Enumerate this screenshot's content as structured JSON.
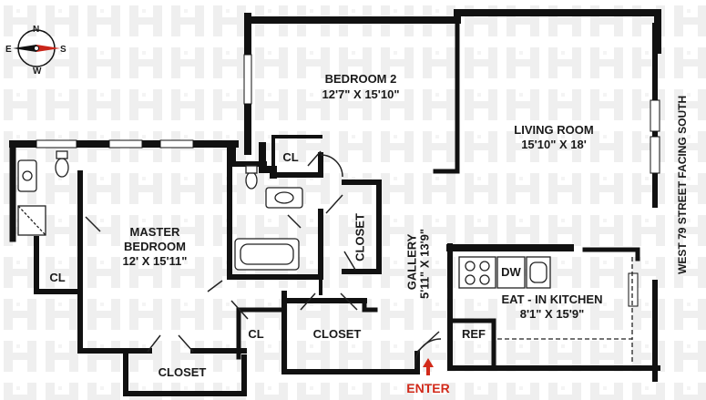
{
  "compass": {
    "n": "N",
    "e": "E",
    "s": "S",
    "w": "W"
  },
  "rooms": {
    "bedroom2": {
      "name": "BEDROOM 2",
      "dims": "12'7\" X 15'10\""
    },
    "living": {
      "name": "LIVING ROOM",
      "dims": "15'10\" X 18'"
    },
    "master": {
      "name_line1": "MASTER",
      "name_line2": "BEDROOM",
      "dims": "12' X 15'11\""
    },
    "gallery": {
      "name": "GALLERY",
      "dims": "5'11\" X 13'9\""
    },
    "kitchen": {
      "name": "EAT - IN KITCHEN",
      "dims": "8'1\" X 15'9\""
    }
  },
  "closets": {
    "cl_bath": "CL",
    "cl_top": "CL",
    "closet_vert": "CLOSET",
    "cl_small": "CL",
    "closet_mid": "CLOSET",
    "closet_bottom": "CLOSET"
  },
  "fixtures": {
    "dishwasher": "DW",
    "refrigerator": "REF"
  },
  "street": "WEST 79 STREET FACING SOUTH",
  "entry": "ENTER",
  "colors": {
    "wall": "#111111",
    "entry_arrow": "#d22a1a",
    "watermark": "#ececec"
  }
}
